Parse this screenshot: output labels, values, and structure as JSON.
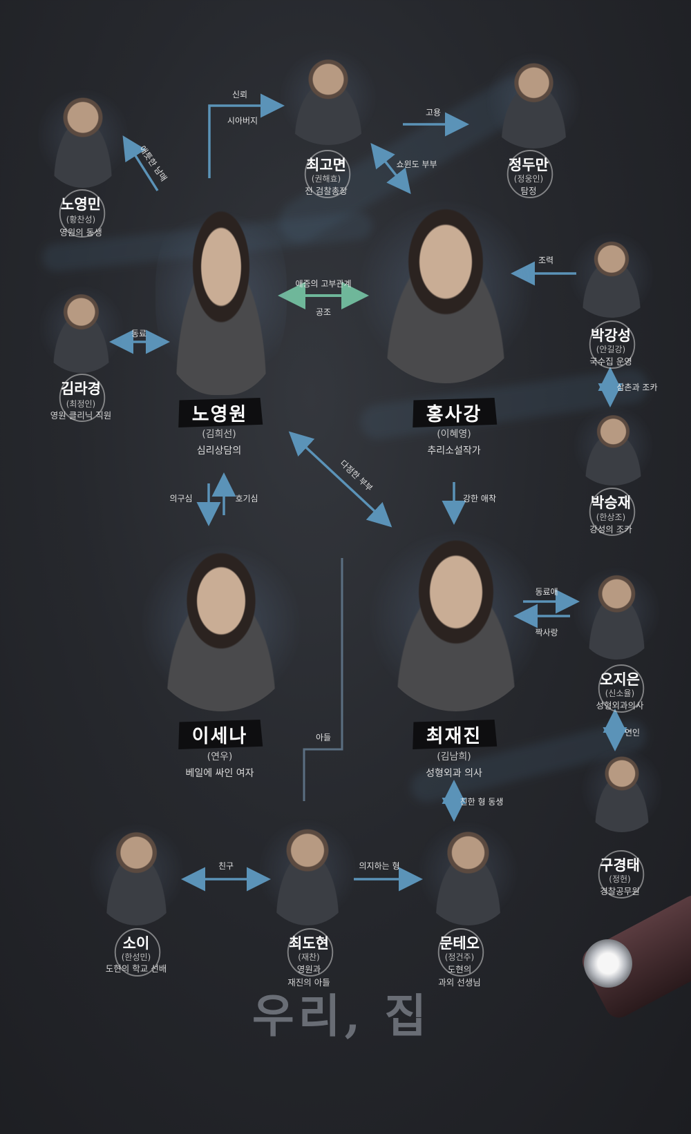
{
  "title": "우리, 집",
  "characters": {
    "no_youngmin": {
      "name": "노영민",
      "actor": "(황찬성)",
      "role": "영원의 동생"
    },
    "choi_gomyeon": {
      "name": "최고면",
      "actor": "(권해효)",
      "role": "전 검찰총장"
    },
    "jung_duman": {
      "name": "정두만",
      "actor": "(정웅인)",
      "role": "탐정"
    },
    "kim_ragyeong": {
      "name": "김라경",
      "actor": "(최정인)",
      "role": "영원 클리닉 직원"
    },
    "no_youngwon": {
      "name": "노영원",
      "actor": "(김희선)",
      "role": "심리상담의"
    },
    "hong_sagang": {
      "name": "홍사강",
      "actor": "(이혜영)",
      "role": "추리소설작가"
    },
    "park_gangseong": {
      "name": "박강성",
      "actor": "(안길강)",
      "role": "국수집 운영"
    },
    "park_seungjae": {
      "name": "박승재",
      "actor": "(한상조)",
      "role": "강성의 조카"
    },
    "lee_sena": {
      "name": "이세나",
      "actor": "(연우)",
      "role": "베일에 싸인 여자"
    },
    "choi_jaejin": {
      "name": "최재진",
      "actor": "(김남희)",
      "role": "성형외과 의사"
    },
    "oh_jieun": {
      "name": "오지은",
      "actor": "(신소율)",
      "role": "성형외과의사"
    },
    "gu_gyeongtae": {
      "name": "구경태",
      "actor": "(정헌)",
      "role": "경찰공무원"
    },
    "soi": {
      "name": "소이",
      "actor": "(한성민)",
      "role": "도현의 학교 선배"
    },
    "choi_dohyeon": {
      "name": "최도현",
      "actor": "(재찬)",
      "role_line1": "영원과",
      "role_line2": "재진의 아들"
    },
    "moon_taeo": {
      "name": "문테오",
      "actor": "(정건주)",
      "role_line1": "도현의",
      "role_line2": "과외 선생님"
    }
  },
  "relations": {
    "siblings": "애틋한 남매",
    "trust": "신뢰",
    "inlaw_to": "시아버지",
    "hire": "고용",
    "show_couple": "쇼윈도 부부",
    "cooperate": "조력",
    "love_hate": "애증의 고부관계",
    "symbiosis": "공조",
    "colleague": "동료",
    "uncle_nephew": "삼촌과 조카",
    "loving_couple": "다정한 부부",
    "suspicion": "의구심",
    "curiosity": "호기심",
    "strong_love": "강한 애착",
    "colleague_love": "동료애",
    "crush": "짝사랑",
    "lovers": "연인",
    "son": "아들",
    "close_brother": "친한 형 동생",
    "friend": "친구",
    "rely_brother": "의지하는 형"
  },
  "colors": {
    "arrow": "#5b93b8",
    "arrow_green": "#6fb79a",
    "background": "#26282d"
  }
}
